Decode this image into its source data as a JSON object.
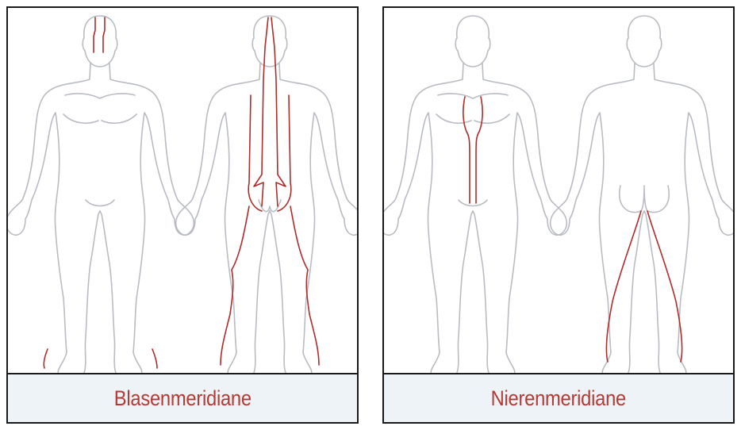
{
  "panels": [
    {
      "caption": "Blasenmeridiane",
      "meridian": "bladder"
    },
    {
      "caption": "Nierenmeridiane",
      "meridian": "kidney"
    }
  ],
  "colors": {
    "meridian": "#b02c2a",
    "caption_text": "#b63a33",
    "caption_background": "#eef3f8",
    "outline": "#b8bcc2",
    "border": "#1a1a1a"
  }
}
